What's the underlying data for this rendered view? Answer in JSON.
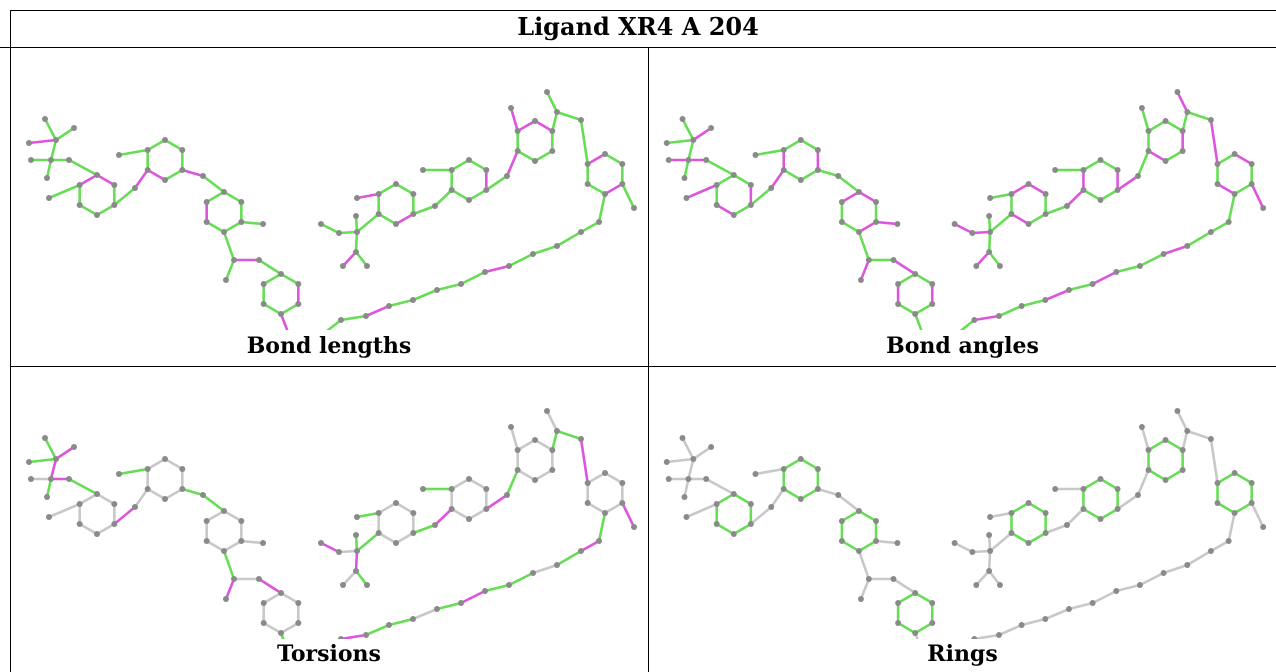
{
  "title": "Ligand XR4 A 204",
  "colors": {
    "highlight_ok": "#66dd55",
    "highlight_outlier": "#dd55dd",
    "neutral_bond": "#c8c8c8",
    "atom": "#8a8a8a",
    "border": "#000000"
  },
  "panels": [
    {
      "caption": "Bond lengths",
      "highlight": "bonds"
    },
    {
      "caption": "Bond angles",
      "highlight": "angles"
    },
    {
      "caption": "Torsions",
      "highlight": "torsions"
    },
    {
      "caption": "Rings",
      "highlight": "rings"
    }
  ]
}
